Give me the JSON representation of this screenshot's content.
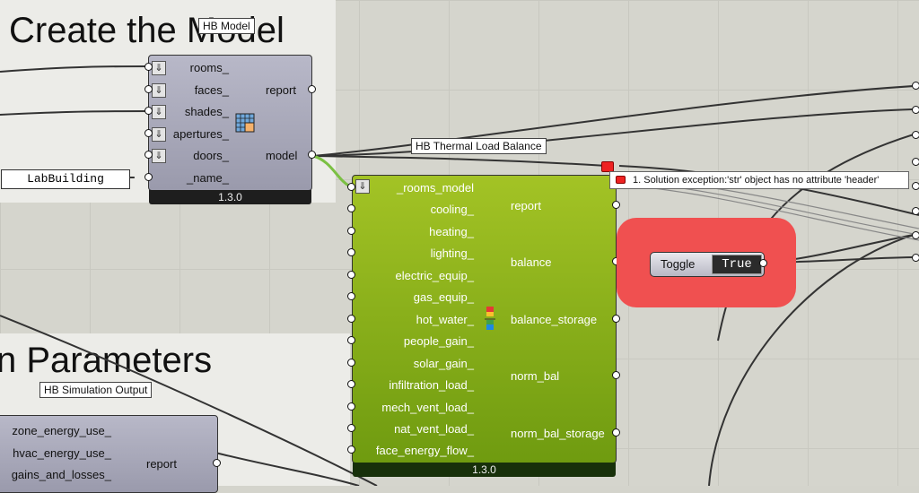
{
  "groups": {
    "model_title": "Create the Model",
    "params_title": "n Parameters"
  },
  "hb_model": {
    "tag": "HB Model",
    "inputs": [
      "rooms_",
      "faces_",
      "shades_",
      "apertures_",
      "doors_",
      "_name_"
    ],
    "outputs": [
      "report",
      "model"
    ],
    "version": "1.3.0",
    "icon": "hb-model-grid-icon"
  },
  "name_panel": {
    "value": "LabBuilding"
  },
  "thermal_balance": {
    "tag": "HB Thermal Load Balance",
    "inputs": [
      "_rooms_model",
      "cooling_",
      "heating_",
      "lighting_",
      "electric_equip_",
      "gas_equip_",
      "hot_water_",
      "people_gain_",
      "solar_gain_",
      "infiltration_load_",
      "mech_vent_load_",
      "nat_vent_load_",
      "face_energy_flow_"
    ],
    "outputs": [
      "report",
      "balance",
      "balance_storage",
      "norm_bal",
      "norm_bal_storage"
    ],
    "version": "1.3.0",
    "icon": "thermal-balance-bars-icon",
    "error": "1. Solution exception:'str' object has no attribute 'header'"
  },
  "sim_output": {
    "tag": "HB Simulation Output",
    "inputs": [
      "zone_energy_use_",
      "hvac_energy_use_",
      "gains_and_losses_"
    ],
    "outputs": [
      "report"
    ]
  },
  "toggle": {
    "label": "Toggle",
    "value": "True"
  },
  "colors": {
    "component_green": "#8bb51c",
    "toggle_group": "#f05050",
    "component_grey": "#a9a9ba"
  }
}
